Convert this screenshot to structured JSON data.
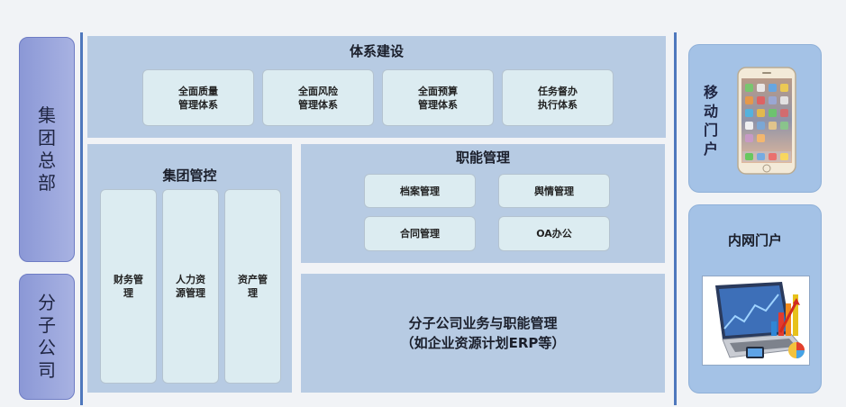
{
  "left_tabs": {
    "hq": "集团总部",
    "branch": "分子公司"
  },
  "system_build": {
    "title": "体系建设",
    "items": [
      "全面质量\n管理体系",
      "全面风险\n管理体系",
      "全面预算\n管理体系",
      "任务督办\n执行体系"
    ]
  },
  "group_control": {
    "title": "集团管控",
    "items": [
      "财务管\n理",
      "人力资\n源管理",
      "资产管\n理"
    ]
  },
  "function_mgmt": {
    "title": "职能管理",
    "items": [
      "档案管理",
      "舆情管理",
      "合同管理",
      "OA办公"
    ]
  },
  "branch_business": {
    "line1": "分子公司业务与职能管理",
    "line2": "（如企业资源计划ERP等）"
  },
  "mobile_portal": {
    "label": "移动门户"
  },
  "intranet_portal": {
    "label": "内网门户"
  }
}
